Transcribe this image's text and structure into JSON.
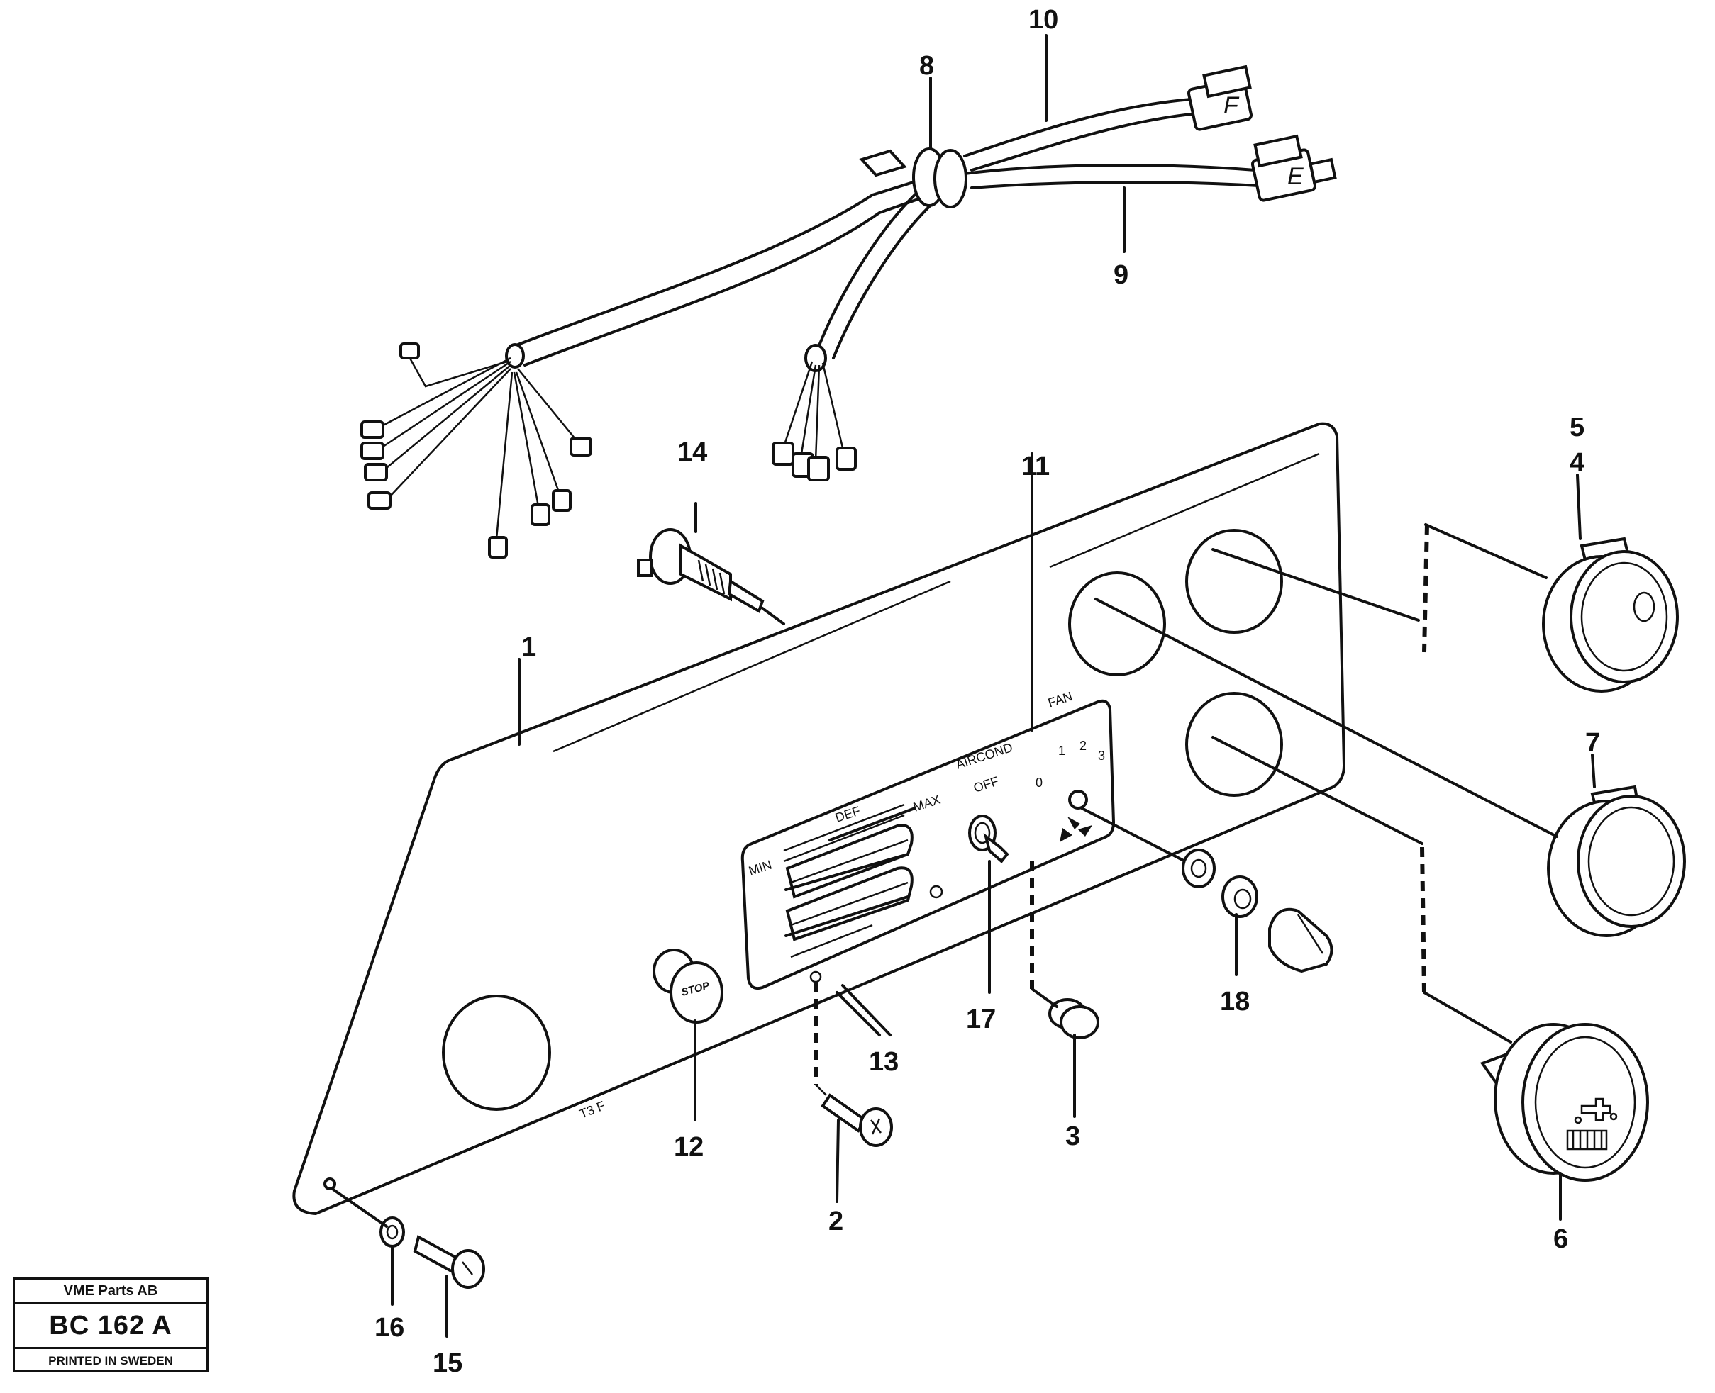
{
  "panel_labels": {
    "def": "DEF",
    "min": "MIN",
    "max": "MAX",
    "aircond": "AIRCOND",
    "off": "OFF",
    "fan": "FAN",
    "fan_0": "0",
    "fan_1": "1",
    "fan_2": "2",
    "fan_3": "3",
    "stop": "STOP",
    "connector_f": "F",
    "connector_e": "E"
  },
  "callouts": {
    "c1": "1",
    "c2": "2",
    "c3": "3",
    "c4": "4",
    "c5": "5",
    "c6": "6",
    "c7": "7",
    "c8": "8",
    "c9": "9",
    "c10": "10",
    "c11": "11",
    "c12": "12",
    "c13": "13",
    "c14": "14",
    "c15": "15",
    "c16": "16",
    "c17": "17",
    "c18": "18"
  },
  "title_block": {
    "company": "VME Parts AB",
    "reference": "BC 162 A",
    "printed": "PRINTED IN SWEDEN"
  }
}
